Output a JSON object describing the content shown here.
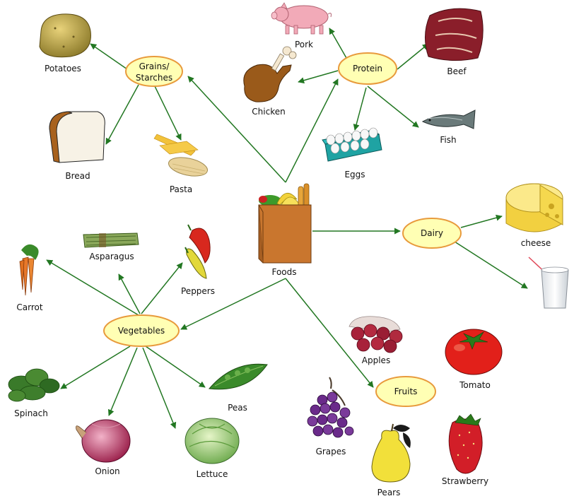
{
  "colors": {
    "arrow": "#227722",
    "node_fill": "#ffffb4",
    "node_stroke": "#e89a3c"
  },
  "center": {
    "label": "Foods",
    "icon": "grocery-bag-icon"
  },
  "categories": {
    "grains": {
      "line1": "Grains/",
      "line2": "Starches"
    },
    "protein": {
      "label": "Protein"
    },
    "dairy": {
      "label": "Dairy"
    },
    "vegetables": {
      "label": "Vegetables"
    },
    "fruits": {
      "label": "Fruits"
    }
  },
  "items": {
    "potatoes": {
      "label": "Potatoes",
      "icon": "potato-icon"
    },
    "bread": {
      "label": "Bread",
      "icon": "bread-icon"
    },
    "pasta": {
      "label": "Pasta",
      "icon": "pasta-icon"
    },
    "pork": {
      "label": "Pork",
      "icon": "pig-icon"
    },
    "beef": {
      "label": "Beef",
      "icon": "steak-icon"
    },
    "chicken": {
      "label": "Chicken",
      "icon": "chicken-leg-icon"
    },
    "eggs": {
      "label": "Eggs",
      "icon": "egg-carton-icon"
    },
    "fish": {
      "label": "Fish",
      "icon": "fish-icon"
    },
    "cheese": {
      "label": "cheese",
      "icon": "cheese-icon"
    },
    "milk": {
      "label": "",
      "icon": "milk-glass-icon"
    },
    "asparagus": {
      "label": "Asparagus",
      "icon": "asparagus-icon"
    },
    "peppers": {
      "label": "Peppers",
      "icon": "peppers-icon"
    },
    "carrot": {
      "label": "Carrot",
      "icon": "carrot-icon"
    },
    "spinach": {
      "label": "Spinach",
      "icon": "spinach-icon"
    },
    "onion": {
      "label": "Onion",
      "icon": "onion-icon"
    },
    "lettuce": {
      "label": "Lettuce",
      "icon": "lettuce-icon"
    },
    "peas": {
      "label": "Peas",
      "icon": "pea-pod-icon"
    },
    "apples": {
      "label": "Apples",
      "icon": "apples-icon"
    },
    "tomato": {
      "label": "Tomato",
      "icon": "tomato-icon"
    },
    "grapes": {
      "label": "Grapes",
      "icon": "grapes-icon"
    },
    "pears": {
      "label": "Pears",
      "icon": "pear-icon"
    },
    "strawberry": {
      "label": "Strawberry",
      "icon": "strawberry-icon"
    }
  }
}
